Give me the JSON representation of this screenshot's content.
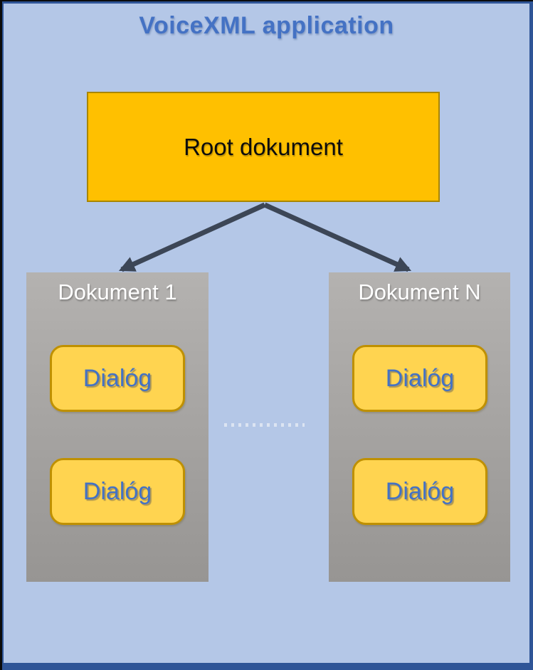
{
  "slide": {
    "title": "VoiceXML application"
  },
  "root_document": {
    "label": "Root dokument"
  },
  "documents": [
    {
      "label": "Dokument 1",
      "dialogs": [
        {
          "label": "Dialóg"
        },
        {
          "label": "Dialóg"
        }
      ]
    },
    {
      "label": "Dokument N",
      "dialogs": [
        {
          "label": "Dialóg"
        },
        {
          "label": "Dialóg"
        }
      ]
    }
  ],
  "colors": {
    "background": "#B4C7E7",
    "frame_border": "#2F5597",
    "title_text": "#4472C4",
    "root_fill": "#FFC000",
    "root_border": "#A98600",
    "document_fill_top": "#B4B2B0",
    "document_fill_bottom": "#979593",
    "document_text": "#FFFFFF",
    "dialog_fill": "#FFD450",
    "dialog_border": "#BF9000",
    "dialog_text": "#4472C4",
    "arrow": "#3C4656",
    "dots": "#DCE4F2"
  }
}
